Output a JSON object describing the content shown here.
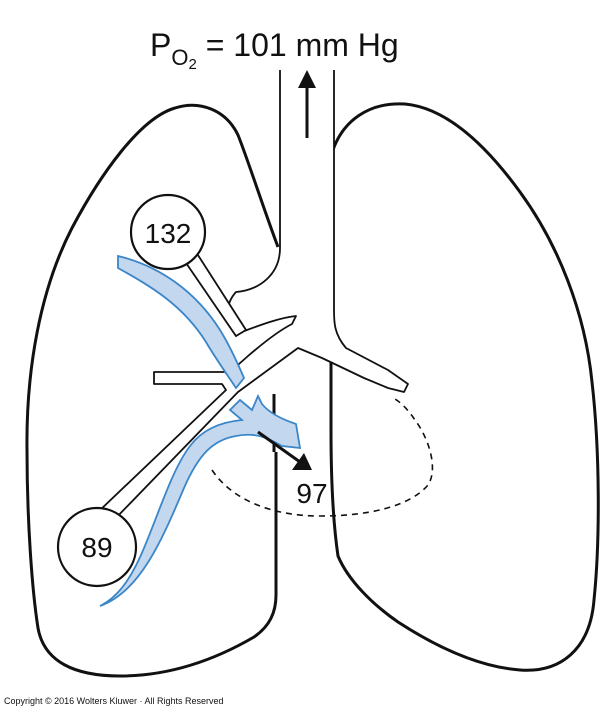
{
  "title": {
    "symbol": "P",
    "subscript_main": "O",
    "subscript_small": "2",
    "rest": " = 101 mm Hg"
  },
  "labels": {
    "upper_bubble": "132",
    "lower_bubble": "89",
    "mixed": "97"
  },
  "copyright": "Copyright © 2016 Wolters Kluwer · All Rights Reserved",
  "colors": {
    "vessel_fill": "#c3d7ef",
    "vessel_stroke": "#3a86c8",
    "line": "#111111"
  }
}
